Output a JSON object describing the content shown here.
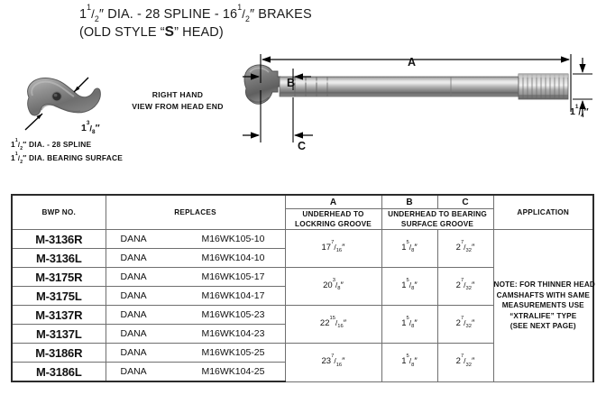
{
  "title": {
    "line1_pre": "1",
    "line1_frac1_num": "1",
    "line1_frac1_den": "2",
    "line1_mid": "″ DIA. - 28 SPLINE - 16",
    "line1_frac2_num": "1",
    "line1_frac2_den": "2",
    "line1_post": "″ BRAKES",
    "line2_pre": "(OLD STYLE “",
    "line2_bold": "S",
    "line2_post": "” HEAD)"
  },
  "lobe_figure": {
    "dim_label_whole": "1",
    "dim_label_num": "3",
    "dim_label_den": "8",
    "dim_label_unit": "″",
    "view_line1": "RIGHT HAND",
    "view_line2": "VIEW FROM HEAD END"
  },
  "spec_lines": {
    "line1_whole": "1",
    "line1_num": "1",
    "line1_den": "2",
    "line1_text": "″ DIA. - 28 SPLINE",
    "line2_whole": "1",
    "line2_num": "1",
    "line2_den": "2",
    "line2_text": "″ DIA. BEARING SURFACE"
  },
  "shaft_figure": {
    "dim_a": "A",
    "dim_b": "B",
    "dim_c": "C",
    "dim_diameter_whole": "1",
    "dim_diameter_num": "1",
    "dim_diameter_den": "4",
    "dim_diameter_unit": "″"
  },
  "table": {
    "headers": {
      "bwp_no": "BWP NO.",
      "replaces": "REPLACES",
      "col_a_letter": "A",
      "col_b_letter": "B",
      "col_c_letter": "C",
      "col_a_sub": "UNDERHEAD TO LOCKRING GROOVE",
      "col_bc_sub": "UNDERHEAD TO BEARING SURFACE GROOVE",
      "application": "APPLICATION"
    },
    "rows": [
      {
        "bwp": "M-3136R",
        "brand": "DANA",
        "part": "M16WK105-10"
      },
      {
        "bwp": "M-3136L",
        "brand": "DANA",
        "part": "M16WK104-10"
      },
      {
        "bwp": "M-3175R",
        "brand": "DANA",
        "part": "M16WK105-17"
      },
      {
        "bwp": "M-3175L",
        "brand": "DANA",
        "part": "M16WK104-17"
      },
      {
        "bwp": "M-3137R",
        "brand": "DANA",
        "part": "M16WK105-23"
      },
      {
        "bwp": "M-3137L",
        "brand": "DANA",
        "part": "M16WK104-23"
      },
      {
        "bwp": "M-3186R",
        "brand": "DANA",
        "part": "M16WK105-25"
      },
      {
        "bwp": "M-3186L",
        "brand": "DANA",
        "part": "M16WK104-25"
      }
    ],
    "dimension_groups": [
      {
        "a_whole": "17",
        "a_num": "7",
        "a_den": "16",
        "b_whole": "1",
        "b_num": "5",
        "b_den": "8",
        "c_whole": "2",
        "c_num": "7",
        "c_den": "32"
      },
      {
        "a_whole": "20",
        "a_num": "3",
        "a_den": "8",
        "b_whole": "1",
        "b_num": "5",
        "b_den": "8",
        "c_whole": "2",
        "c_num": "7",
        "c_den": "32"
      },
      {
        "a_whole": "22",
        "a_num": "15",
        "a_den": "16",
        "b_whole": "1",
        "b_num": "5",
        "b_den": "8",
        "c_whole": "2",
        "c_num": "7",
        "c_den": "32"
      },
      {
        "a_whole": "23",
        "a_num": "7",
        "a_den": "16",
        "b_whole": "1",
        "b_num": "5",
        "b_den": "8",
        "c_whole": "2",
        "c_num": "7",
        "c_den": "32"
      }
    ],
    "application_note": [
      "NOTE: FOR THINNER HEAD",
      "CAMSHAFTS WITH SAME",
      "MEASUREMENTS USE",
      "“XTRALIFE” TYPE",
      "(SEE NEXT PAGE)"
    ]
  }
}
